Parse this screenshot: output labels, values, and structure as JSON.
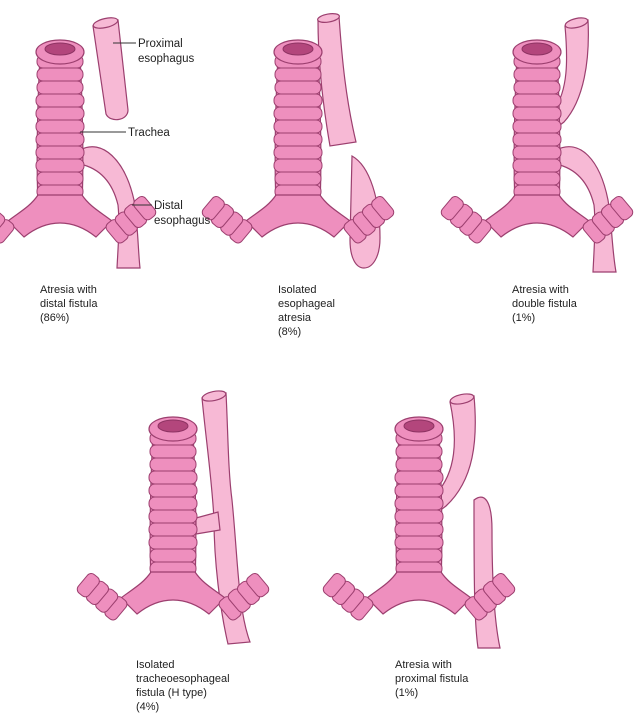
{
  "labels": {
    "proximal_line1": "Proximal",
    "proximal_line2": "esophagus",
    "trachea": "Trachea",
    "distal_line1": "Distal",
    "distal_line2": "esophagus"
  },
  "panels": [
    {
      "id": "distal-fistula",
      "caption": [
        "Atresia with",
        "distal fistula",
        "(86%)"
      ]
    },
    {
      "id": "isolated-atresia",
      "caption": [
        "Isolated",
        "esophageal",
        "atresia",
        "(8%)"
      ]
    },
    {
      "id": "double-fistula",
      "caption": [
        "Atresia with",
        "double fistula",
        "(1%)"
      ]
    },
    {
      "id": "h-type",
      "caption": [
        "Isolated",
        "tracheoesophageal",
        "fistula (H type)",
        "(4%)"
      ]
    },
    {
      "id": "proximal-fistula",
      "caption": [
        "Atresia with",
        "proximal fistula",
        "(1%)"
      ]
    }
  ],
  "colors": {
    "trachea": "#ee8fbe",
    "esophagus": "#f7b9d5",
    "outline": "#9c3f6f"
  }
}
